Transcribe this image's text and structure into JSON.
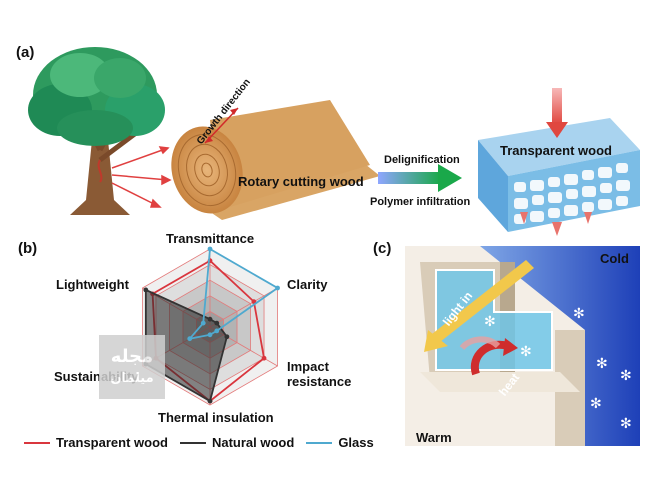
{
  "panels": {
    "a": "(a)",
    "b": "(b)",
    "c": "(c)"
  },
  "panel_a": {
    "growth_direction": "Growth direction",
    "rotary_cutting": "Rotary cutting wood",
    "delignification": "Delignification",
    "polymer_infiltration": "Polymer infiltration",
    "transparent_wood": "Transparent wood"
  },
  "panel_c": {
    "cold": "Cold",
    "warm": "Warm",
    "light_in": "light in",
    "heat": "heat"
  },
  "watermark": {
    "line1": "مجله",
    "line2": "میلمان"
  },
  "colors": {
    "transparent_wood": "#d9363e",
    "natural_wood": "#333333",
    "glass": "#4fa9cf",
    "wood": "#d7a160",
    "sky": "#2f56c8"
  },
  "chart_data": {
    "type": "radar",
    "axes": [
      "Transmittance",
      "Clarity",
      "Impact resistance",
      "Thermal insulation",
      "Sustainability",
      "Lightweight"
    ],
    "levels": 5,
    "series": [
      {
        "name": "Transparent wood",
        "values": [
          0.85,
          0.65,
          0.8,
          0.95,
          0.8,
          0.85
        ]
      },
      {
        "name": "Natural wood",
        "values": [
          0.1,
          0.1,
          0.25,
          0.95,
          0.95,
          0.95
        ]
      },
      {
        "name": "Glass",
        "values": [
          1.0,
          1.0,
          0.1,
          0.1,
          0.3,
          0.1
        ]
      }
    ]
  }
}
